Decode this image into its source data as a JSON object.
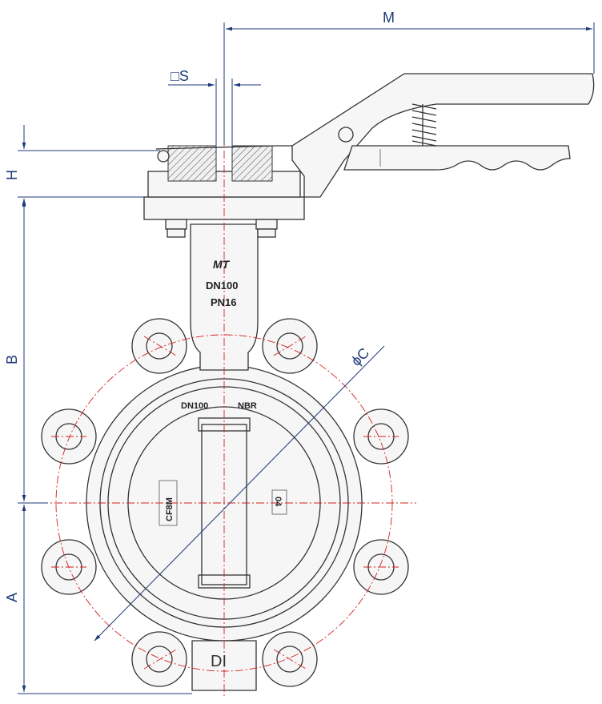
{
  "dimensions": {
    "m": "M",
    "s": "□S",
    "h": "H",
    "b": "B",
    "a": "A",
    "c": "ϕC",
    "di": "DI"
  },
  "markings": {
    "logo": "MT",
    "size": "DN100",
    "pressure": "PN16",
    "ring_size": "DN100",
    "ring_material": "NBR",
    "body_material": "CF8M",
    "disc_code": "04"
  },
  "colors": {
    "dimension_line": "#1e3a78",
    "center_line": "#d42020",
    "outline": "#333333"
  }
}
